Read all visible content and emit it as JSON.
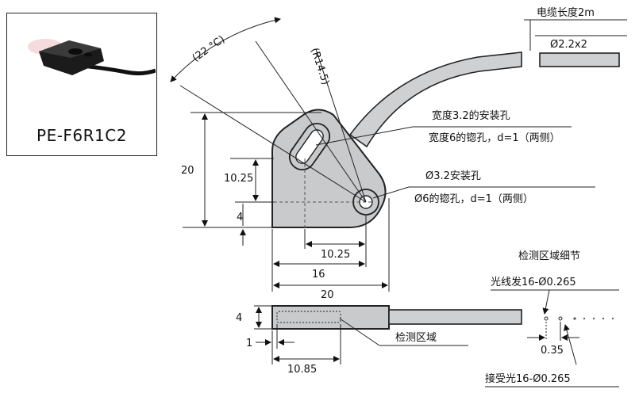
{
  "product": {
    "model": "PE-F6R1C2"
  },
  "cable": {
    "length_label": "电缆长度2m",
    "diameter_label": "Ø2.2x2"
  },
  "angle": {
    "label": "(22 °C)"
  },
  "radius": {
    "label": "(R14.5)"
  },
  "slot_hole": {
    "line1": "宽度3.2的安装孔",
    "line2": "宽度6的锪孔，d=1（两侧）"
  },
  "round_hole": {
    "line1": "Ø3.2安装孔",
    "line2": "Ø6的锪孔，d=1（两侧）"
  },
  "dimensions": {
    "height_20": "20",
    "height_10_25": "10.25",
    "height_4": "4",
    "width_10_25": "10.25",
    "width_16": "16",
    "width_20": "20",
    "side_thickness_4": "4",
    "side_offset_1": "1",
    "side_length_10_85": "10.85",
    "pitch_0_35": "0.35"
  },
  "side_view": {
    "detect_area": "检测区域"
  },
  "detail": {
    "title": "检测区域细节",
    "emitter": "光线发16-Ø0.265",
    "receiver": "接受光16-Ø0.265"
  },
  "colors": {
    "body": "#c9cacc",
    "outline": "#222222",
    "cable": "#cfd0d2"
  }
}
